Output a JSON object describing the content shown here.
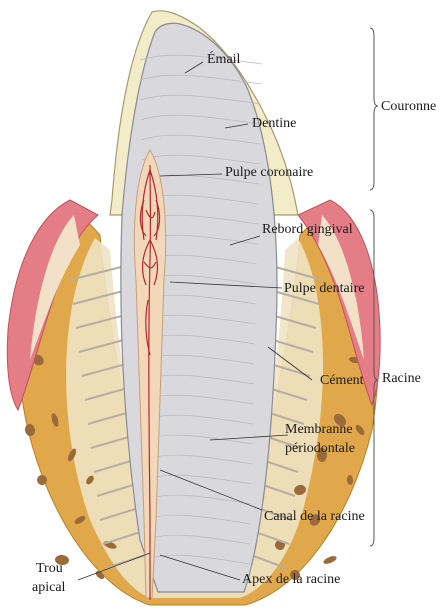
{
  "labels": {
    "email": "Émail",
    "dentine": "Dentine",
    "pulpe_coronaire": "Pulpe coronaire",
    "rebord_gingival": "Rebord gingival",
    "pulpe_dentaire": "Pulpe dentaire",
    "cement": "Cément",
    "membranne_1": "Membranne",
    "membranne_2": "périodontale",
    "canal": "Canal de la racine",
    "trou_1": "Trou",
    "trou_2": "apical",
    "apex": "Apex de la racine"
  },
  "brackets": {
    "couronne": "Couronne",
    "racine": "Racine"
  },
  "colors": {
    "enamel": "#f3ecc8",
    "dentine": "#d9d8dc",
    "dentine_line": "#b9b8bf",
    "pulp": "#f2d7b8",
    "vessel": "#b8282a",
    "gum": "#e57d86",
    "bone": "#e0a84a",
    "bone_dark": "#c98a2c",
    "bone_pale": "#efe3c4",
    "pore": "#9a6a3a",
    "bracket": "#555555"
  }
}
